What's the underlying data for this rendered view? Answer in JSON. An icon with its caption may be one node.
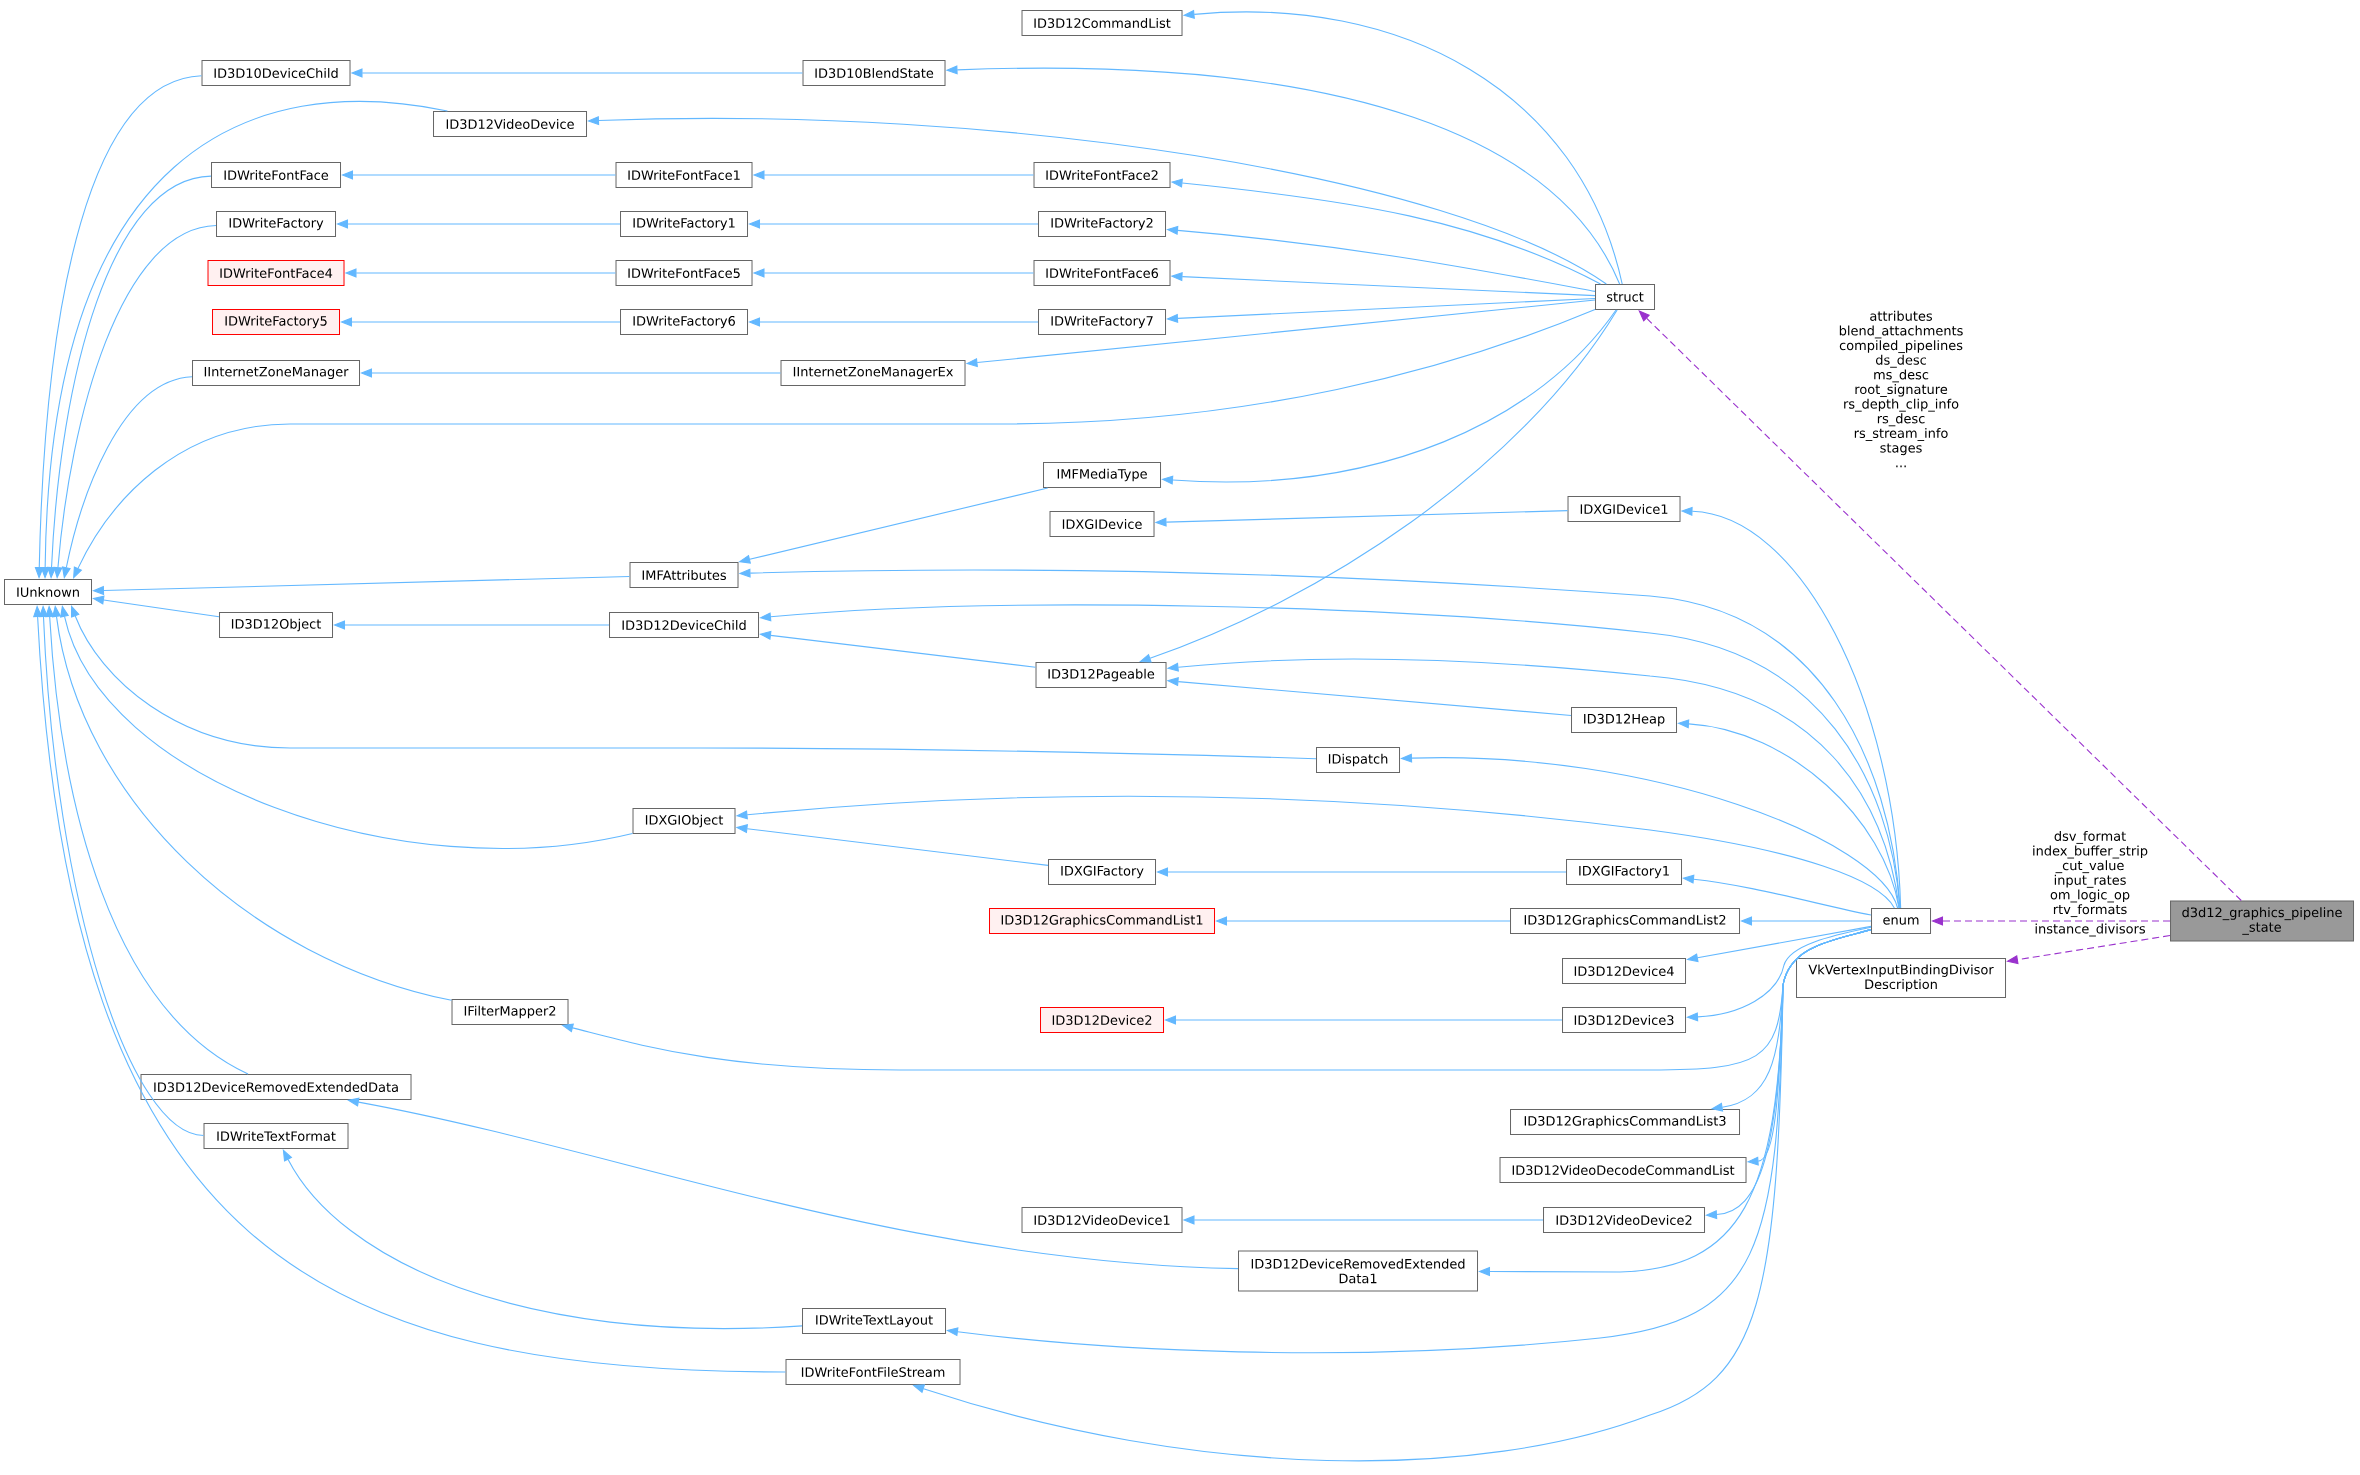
{
  "diagram": {
    "nodes": [
      {
        "text": [
          "IUnknown"
        ]
      },
      {
        "text": [
          "ID3D10DeviceChild"
        ]
      },
      {
        "text": [
          "IDWriteFontFace"
        ]
      },
      {
        "text": [
          "IDWriteFactory"
        ]
      },
      {
        "text": [
          "IDWriteFontFace4"
        ]
      },
      {
        "text": [
          "IDWriteFactory5"
        ]
      },
      {
        "text": [
          "IInternetZoneManager"
        ]
      },
      {
        "text": [
          "ID3D12Object"
        ]
      },
      {
        "text": [
          "ID3D12DeviceRemovedExtendedData"
        ]
      },
      {
        "text": [
          "IDWriteTextFormat"
        ]
      },
      {
        "text": [
          "ID3D12VideoDevice"
        ]
      },
      {
        "text": [
          "IFilterMapper2"
        ]
      },
      {
        "text": [
          "IDWriteFontFace1"
        ]
      },
      {
        "text": [
          "IDWriteFactory1"
        ]
      },
      {
        "text": [
          "IDWriteFontFace5"
        ]
      },
      {
        "text": [
          "IDWriteFactory6"
        ]
      },
      {
        "text": [
          "IMFAttributes"
        ]
      },
      {
        "text": [
          "ID3D12DeviceChild"
        ]
      },
      {
        "text": [
          "IDXGIObject"
        ]
      },
      {
        "text": [
          "ID3D10BlendState"
        ]
      },
      {
        "text": [
          "IInternetZoneManagerEx"
        ]
      },
      {
        "text": [
          "IDWriteTextLayout"
        ]
      },
      {
        "text": [
          "IDWriteFontFileStream"
        ]
      },
      {
        "text": [
          "ID3D12CommandList"
        ]
      },
      {
        "text": [
          "IDWriteFontFace2"
        ]
      },
      {
        "text": [
          "IDWriteFactory2"
        ]
      },
      {
        "text": [
          "IDWriteFontFace6"
        ]
      },
      {
        "text": [
          "IDWriteFactory7"
        ]
      },
      {
        "text": [
          "IMFMediaType"
        ]
      },
      {
        "text": [
          "IDXGIDevice"
        ]
      },
      {
        "text": [
          "ID3D12Pageable"
        ]
      },
      {
        "text": [
          "IDXGIFactory"
        ]
      },
      {
        "text": [
          "ID3D12GraphicsCommandList1"
        ]
      },
      {
        "text": [
          "ID3D12Device2"
        ]
      },
      {
        "text": [
          "ID3D12VideoDevice1"
        ]
      },
      {
        "text": [
          "IDispatch"
        ]
      },
      {
        "text": [
          "ID3D12DeviceRemovedExtended Data1"
        ]
      },
      {
        "text": [
          "struct"
        ]
      },
      {
        "text": [
          "IDXGIDevice1"
        ]
      },
      {
        "text": [
          "ID3D12Heap"
        ]
      },
      {
        "text": [
          "IDXGIFactory1"
        ]
      },
      {
        "text": [
          "ID3D12GraphicsCommandList2"
        ]
      },
      {
        "text": [
          "ID3D12Device4"
        ]
      },
      {
        "text": [
          "ID3D12Device3"
        ]
      },
      {
        "text": [
          "ID3D12GraphicsCommandList3"
        ]
      },
      {
        "text": [
          "ID3D12VideoDecodeCommandList"
        ]
      },
      {
        "text": [
          "ID3D12VideoDevice2"
        ]
      },
      {
        "text": [
          "enum"
        ]
      },
      {
        "text": [
          "VkVertexInputBindingDivisor Description"
        ]
      },
      {
        "text": [
          "d3d12_graphics_pipeline _state"
        ]
      }
    ],
    "edges": [
      {
        "from": 37,
        "to": 23,
        "arrow": "to"
      },
      {
        "from": 37,
        "to": 19,
        "arrow": "to"
      },
      {
        "from": 37,
        "to": 10,
        "arrow": "to"
      },
      {
        "from": 37,
        "to": 24,
        "arrow": "to"
      },
      {
        "from": 37,
        "to": 25,
        "arrow": "to"
      },
      {
        "from": 37,
        "to": 26,
        "arrow": "to"
      },
      {
        "from": 37,
        "to": 27,
        "arrow": "to"
      },
      {
        "from": 37,
        "to": 20,
        "arrow": "to"
      },
      {
        "from": 37,
        "to": 0,
        "arrow": "to"
      },
      {
        "from": 37,
        "to": 28,
        "arrow": "to"
      },
      {
        "from": 37,
        "to": 30,
        "arrow": "to"
      },
      {
        "from": 19,
        "to": 1,
        "arrow": "to"
      },
      {
        "from": 1,
        "to": 0,
        "arrow": "to"
      },
      {
        "from": 10,
        "to": 0,
        "arrow": "to"
      },
      {
        "from": 24,
        "to": 12,
        "arrow": "to"
      },
      {
        "from": 12,
        "to": 2,
        "arrow": "to"
      },
      {
        "from": 2,
        "to": 0,
        "arrow": "to"
      },
      {
        "from": 25,
        "to": 13,
        "arrow": "to"
      },
      {
        "from": 13,
        "to": 3,
        "arrow": "to"
      },
      {
        "from": 3,
        "to": 0,
        "arrow": "to"
      },
      {
        "from": 26,
        "to": 14,
        "arrow": "to"
      },
      {
        "from": 14,
        "to": 4,
        "arrow": "to"
      },
      {
        "from": 27,
        "to": 15,
        "arrow": "to"
      },
      {
        "from": 15,
        "to": 5,
        "arrow": "to"
      },
      {
        "from": 20,
        "to": 6,
        "arrow": "to"
      },
      {
        "from": 6,
        "to": 0,
        "arrow": "to"
      },
      {
        "from": 28,
        "to": 16,
        "arrow": "to"
      },
      {
        "from": 16,
        "to": 0,
        "arrow": "to"
      },
      {
        "from": 7,
        "to": 0,
        "arrow": "to"
      },
      {
        "from": 17,
        "to": 7,
        "arrow": "to"
      },
      {
        "from": 30,
        "to": 17,
        "arrow": "to"
      },
      {
        "from": 38,
        "to": 29,
        "arrow": "to"
      },
      {
        "from": 35,
        "to": 0,
        "arrow": "to"
      },
      {
        "from": 18,
        "to": 0,
        "arrow": "to"
      },
      {
        "from": 31,
        "to": 18,
        "arrow": "to"
      },
      {
        "from": 40,
        "to": 31,
        "arrow": "to"
      },
      {
        "from": 41,
        "to": 32,
        "arrow": "to"
      },
      {
        "from": 43,
        "to": 33,
        "arrow": "to"
      },
      {
        "from": 11,
        "to": 0,
        "arrow": "to"
      },
      {
        "from": 8,
        "to": 0,
        "arrow": "to"
      },
      {
        "from": 9,
        "to": 0,
        "arrow": "to"
      },
      {
        "from": 22,
        "to": 0,
        "arrow": "to"
      },
      {
        "from": 46,
        "to": 34,
        "arrow": "to"
      },
      {
        "from": 36,
        "to": 8,
        "arrow": "to"
      },
      {
        "from": 21,
        "to": 9,
        "arrow": "to"
      },
      {
        "from": 39,
        "to": 30,
        "arrow": "to"
      },
      {
        "from": 47,
        "to": 38,
        "arrow": "to"
      },
      {
        "from": 47,
        "to": 16,
        "arrow": "to"
      },
      {
        "from": 47,
        "to": 17,
        "arrow": "to"
      },
      {
        "from": 47,
        "to": 30,
        "arrow": "to"
      },
      {
        "from": 47,
        "to": 39,
        "arrow": "to"
      },
      {
        "from": 47,
        "to": 35,
        "arrow": "to"
      },
      {
        "from": 47,
        "to": 18,
        "arrow": "to"
      },
      {
        "from": 47,
        "to": 40,
        "arrow": "to"
      },
      {
        "from": 47,
        "to": 41,
        "arrow": "to"
      },
      {
        "from": 47,
        "to": 42,
        "arrow": "to"
      },
      {
        "from": 47,
        "to": 43,
        "arrow": "to"
      },
      {
        "from": 47,
        "to": 11,
        "arrow": "to"
      },
      {
        "from": 47,
        "to": 44,
        "arrow": "to"
      },
      {
        "from": 47,
        "to": 45,
        "arrow": "to"
      },
      {
        "from": 47,
        "to": 46,
        "arrow": "to"
      },
      {
        "from": 47,
        "to": 36,
        "arrow": "to"
      },
      {
        "from": 47,
        "to": 21,
        "arrow": "to"
      },
      {
        "from": 47,
        "to": 22,
        "arrow": "to"
      },
      {
        "from": 49,
        "to": 37,
        "arrow": "to",
        "label": "attributes blend_attachments compiled_pipelines ds_desc ms_desc root_signature rs_depth_clip_info rs_desc rs_stream_info stages ...",
        "style": "dashed",
        "color": "#9a32cd"
      },
      {
        "from": 49,
        "to": 47,
        "arrow": "to",
        "label": "dsv_format index_buffer_strip _cut_value input_rates om_logic_op rtv_formats",
        "style": "dashed",
        "color": "#9a32cd"
      },
      {
        "from": 49,
        "to": 48,
        "arrow": "to",
        "label": "instance_divisors",
        "style": "dashed",
        "color": "#9a32cd"
      }
    ]
  }
}
